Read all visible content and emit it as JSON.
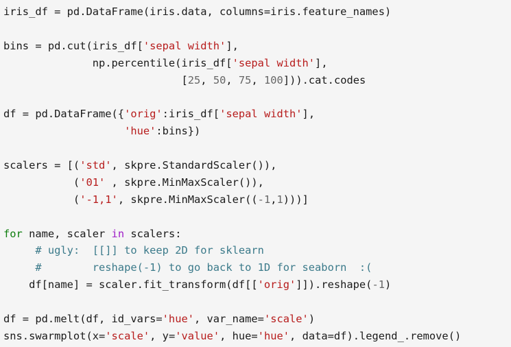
{
  "code": {
    "lines": [
      [
        {
          "t": "txt",
          "v": "iris_df = pd.DataFrame(iris.data, columns=iris.feature_names)"
        }
      ],
      [],
      [
        {
          "t": "txt",
          "v": "bins = pd.cut(iris_df["
        },
        {
          "t": "str",
          "v": "'sepal width'"
        },
        {
          "t": "txt",
          "v": "],"
        }
      ],
      [
        {
          "t": "txt",
          "v": "              np.percentile(iris_df["
        },
        {
          "t": "str",
          "v": "'sepal width'"
        },
        {
          "t": "txt",
          "v": "],"
        }
      ],
      [
        {
          "t": "txt",
          "v": "                            ["
        },
        {
          "t": "num",
          "v": "25"
        },
        {
          "t": "txt",
          "v": ", "
        },
        {
          "t": "num",
          "v": "50"
        },
        {
          "t": "txt",
          "v": ", "
        },
        {
          "t": "num",
          "v": "75"
        },
        {
          "t": "txt",
          "v": ", "
        },
        {
          "t": "num",
          "v": "100"
        },
        {
          "t": "txt",
          "v": "])).cat.codes"
        }
      ],
      [],
      [
        {
          "t": "txt",
          "v": "df = pd.DataFrame({"
        },
        {
          "t": "str",
          "v": "'orig'"
        },
        {
          "t": "txt",
          "v": ":iris_df["
        },
        {
          "t": "str",
          "v": "'sepal width'"
        },
        {
          "t": "txt",
          "v": "],"
        }
      ],
      [
        {
          "t": "txt",
          "v": "                   "
        },
        {
          "t": "str",
          "v": "'hue'"
        },
        {
          "t": "txt",
          "v": ":bins})"
        }
      ],
      [],
      [
        {
          "t": "txt",
          "v": "scalers = [("
        },
        {
          "t": "str",
          "v": "'std'"
        },
        {
          "t": "txt",
          "v": ", skpre.StandardScaler()),"
        }
      ],
      [
        {
          "t": "txt",
          "v": "           ("
        },
        {
          "t": "str",
          "v": "'01'"
        },
        {
          "t": "txt",
          "v": " , skpre.MinMaxScaler()),"
        }
      ],
      [
        {
          "t": "txt",
          "v": "           ("
        },
        {
          "t": "str",
          "v": "'-1,1'"
        },
        {
          "t": "txt",
          "v": ", skpre.MinMaxScaler(("
        },
        {
          "t": "num",
          "v": "-1"
        },
        {
          "t": "txt",
          "v": ","
        },
        {
          "t": "num",
          "v": "1"
        },
        {
          "t": "txt",
          "v": ")))]"
        }
      ],
      [],
      [
        {
          "t": "kw",
          "v": "for"
        },
        {
          "t": "txt",
          "v": " name, scaler "
        },
        {
          "t": "kw2",
          "v": "in"
        },
        {
          "t": "txt",
          "v": " scalers:"
        }
      ],
      [
        {
          "t": "txt",
          "v": "     "
        },
        {
          "t": "cm",
          "v": "# ugly:  [[]] to keep 2D for sklearn"
        }
      ],
      [
        {
          "t": "txt",
          "v": "     "
        },
        {
          "t": "cm",
          "v": "#        reshape(-1) to go back to 1D for seaborn  :("
        }
      ],
      [
        {
          "t": "txt",
          "v": "    df[name] = scaler.fit_transform(df[["
        },
        {
          "t": "str",
          "v": "'orig'"
        },
        {
          "t": "txt",
          "v": "]]).reshape("
        },
        {
          "t": "num",
          "v": "-1"
        },
        {
          "t": "txt",
          "v": ")"
        }
      ],
      [],
      [
        {
          "t": "txt",
          "v": "df = pd.melt(df, id_vars="
        },
        {
          "t": "str",
          "v": "'hue'"
        },
        {
          "t": "txt",
          "v": ", var_name="
        },
        {
          "t": "str",
          "v": "'scale'"
        },
        {
          "t": "txt",
          "v": ")"
        }
      ],
      [
        {
          "t": "txt",
          "v": "sns.swarmplot(x="
        },
        {
          "t": "str",
          "v": "'scale'"
        },
        {
          "t": "txt",
          "v": ", y="
        },
        {
          "t": "str",
          "v": "'value'"
        },
        {
          "t": "txt",
          "v": ", hue="
        },
        {
          "t": "str",
          "v": "'hue'"
        },
        {
          "t": "txt",
          "v": ", data=df).legend_.remove()"
        }
      ]
    ]
  }
}
